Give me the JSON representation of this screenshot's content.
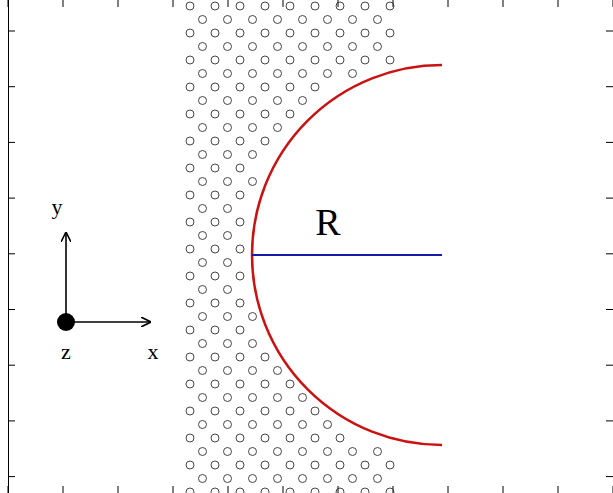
{
  "diagram": {
    "labels": [
      "R",
      "y",
      "x",
      "z"
    ]
  }
}
